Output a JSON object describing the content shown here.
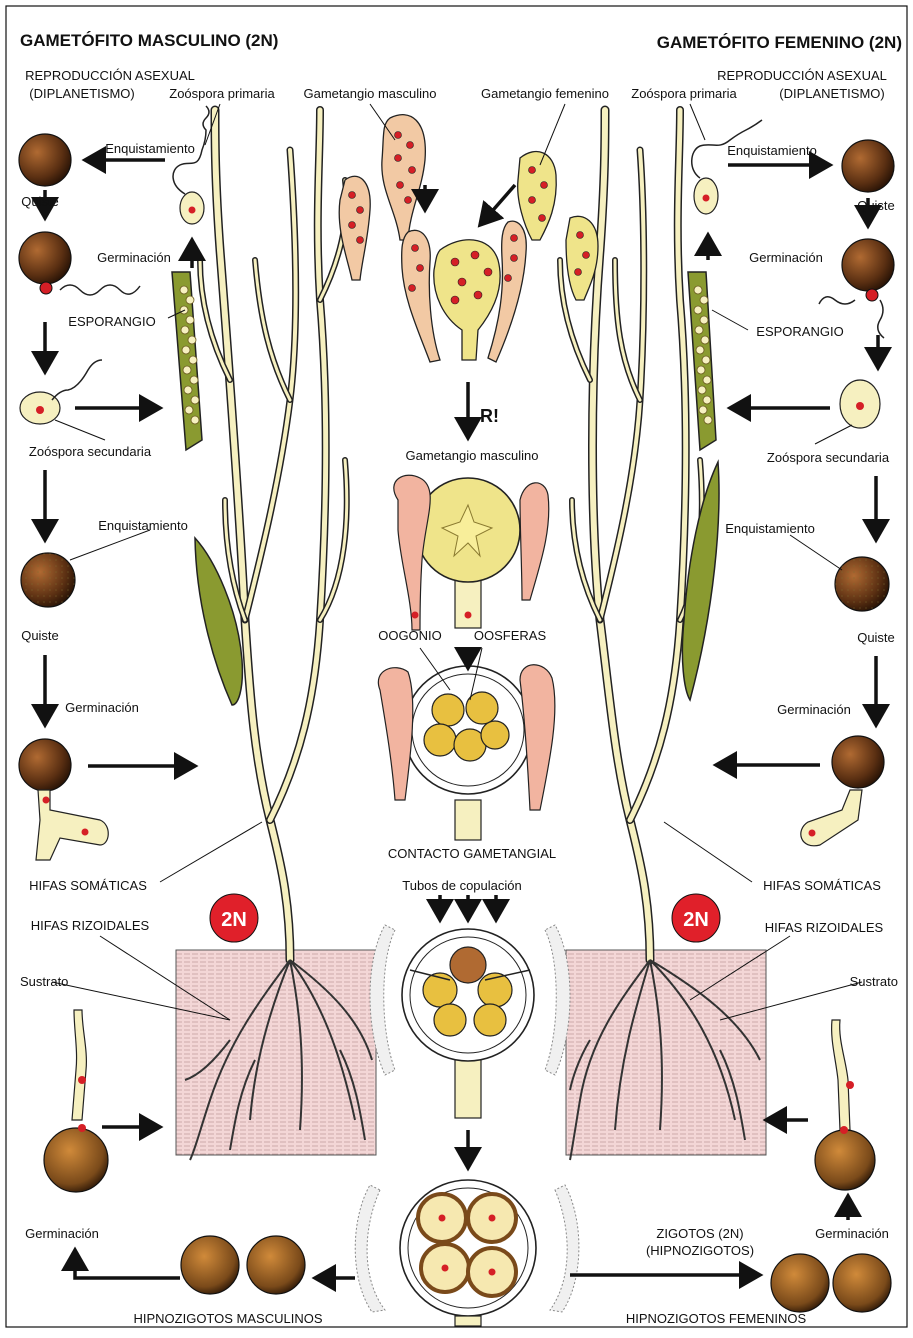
{
  "titles": {
    "male": "GAMETÓFITO MASCULINO (2N)",
    "female": "GAMETÓFITO FEMENINO (2N)"
  },
  "labels": {
    "asexual_repro": "REPRODUCCIÓN ASEXUAL",
    "diplanetism": "(DIPLANETISMO)",
    "primary_zoospore": "Zoóspora primaria",
    "male_gametangium": "Gametangio masculino",
    "female_gametangium": "Gametangio femenino",
    "encystment": "Enquistamiento",
    "cyst": "Quiste",
    "germination": "Germinación",
    "sporangium": "ESPORANGIO",
    "secondary_zoospore": "Zoóspora secundaria",
    "r_factor": "R!",
    "oogonium": "OOGONIO",
    "oospheres": "OOSFERAS",
    "gametangial_contact": "CONTACTO GAMETANGIAL",
    "copulation_tubes": "Tubos de copulación",
    "somatic_hyphae": "HIFAS SOMÁTICAS",
    "rhizoidal_hyphae": "HIFAS RIZOIDALES",
    "ploidy_badge": "2N",
    "substrate": "Sustrato",
    "zygotes": "ZIGOTOS (2N)",
    "hypnozygotes_paren": "(HIPNOZIGOTOS)",
    "male_hypnozygotes": "HIPNOZIGOTOS MASCULINOS",
    "female_hypnozygotes": "HIPNOZIGOTOS FEMENINOS"
  },
  "colors": {
    "hypha": "#f6f0c0",
    "sporangium": "#7f8f2a",
    "gametangium_male": "#f2c9a4",
    "gametangium_female": "#efe48a",
    "cyst": "#6b3d1c",
    "substrate": "#f2d2d2",
    "badge": "#e0202a",
    "nucleus": "#d51f26"
  }
}
